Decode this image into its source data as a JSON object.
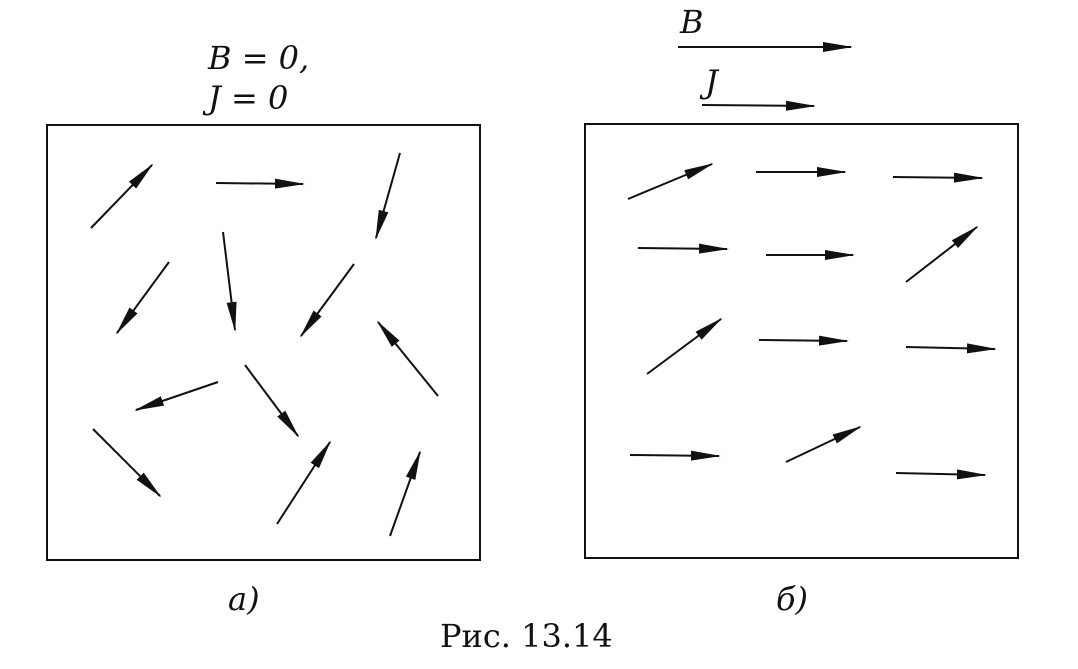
{
  "panel_a": {
    "label_B": "B = 0,",
    "label_J": "J = 0",
    "caption": "a)"
  },
  "panel_b": {
    "label_B": "B",
    "label_J": "J",
    "caption": "б)"
  },
  "figure_caption": "Рис. 13.14",
  "colors": {
    "ink": "#111111",
    "background": "#ffffff"
  }
}
